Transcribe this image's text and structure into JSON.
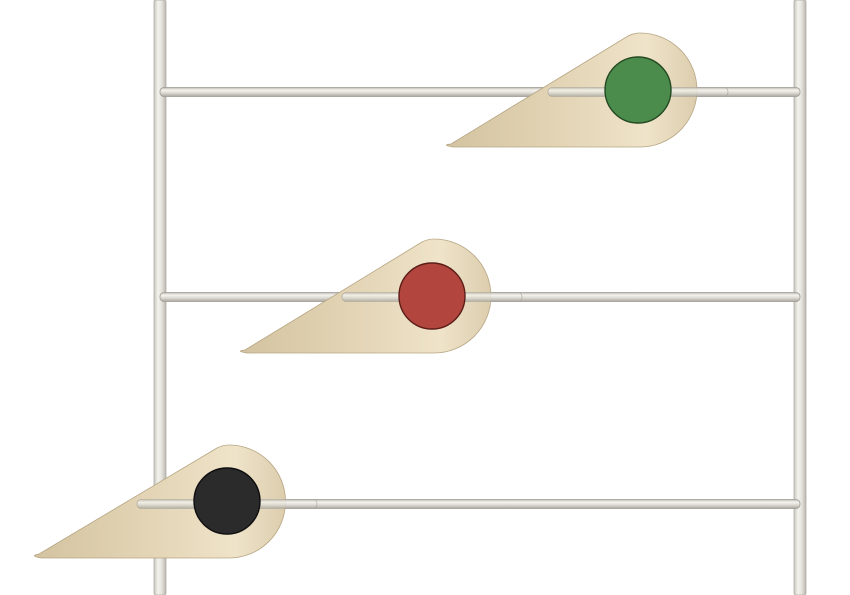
{
  "background": "#ffffff",
  "frame": {
    "post_color": "#d9d7cf",
    "post_edge": "#aeaca4",
    "post_highlight": "#f6f5f0",
    "rod_color": "#d4d2c9",
    "rod_edge": "#9d9b93",
    "rod_highlight": "#f7f6f1"
  },
  "tag_color": "#dccdad",
  "tag_highlight": "#efe4cc",
  "tag_edge": "#b7a684",
  "rods": [
    {
      "name": "rod-top",
      "marker": {
        "name": "green-marker",
        "color": "#4b8b4b",
        "edge": "#234a23"
      }
    },
    {
      "name": "rod-middle",
      "marker": {
        "name": "red-marker",
        "color": "#b2453d",
        "edge": "#5c1d19"
      }
    },
    {
      "name": "rod-bottom",
      "marker": {
        "name": "black-marker",
        "color": "#2b2b2b",
        "edge": "#0f0f0f"
      }
    }
  ]
}
